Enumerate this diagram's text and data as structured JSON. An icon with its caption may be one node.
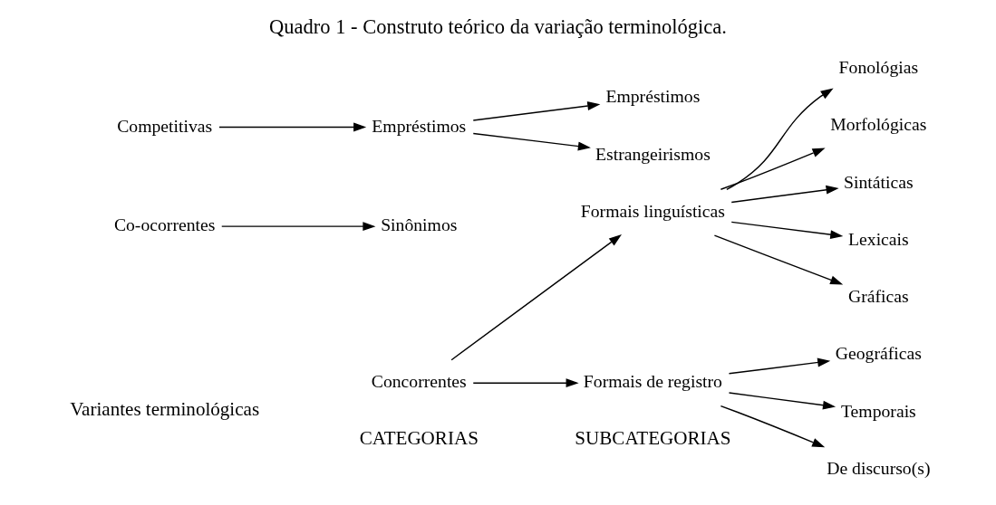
{
  "diagram": {
    "title": "Quadro 1 - Construto teórico da variação terminológica.",
    "nodes": [
      {
        "text": [
          "Concorrentes"
        ]
      },
      {
        "text": [
          "Formais linguísticas"
        ]
      },
      {
        "text": [
          "Fonológias"
        ]
      },
      {
        "text": [
          "Morfológicas"
        ]
      },
      {
        "text": [
          "Sintáticas"
        ]
      },
      {
        "text": [
          "Lexicais"
        ]
      },
      {
        "text": [
          "Gráficas"
        ]
      },
      {
        "text": [
          "Formais de registro"
        ]
      },
      {
        "text": [
          "Geográficas"
        ]
      },
      {
        "text": [
          "Temporais"
        ]
      },
      {
        "text": [
          "De discurso(s)"
        ]
      },
      {
        "text": [
          "Co-ocorrentes"
        ]
      },
      {
        "text": [
          "Sinônimos"
        ]
      },
      {
        "text": [
          "Competitivas"
        ]
      },
      {
        "text": [
          "Empréstimos"
        ]
      },
      {
        "text": [
          "Empréstimos"
        ]
      },
      {
        "text": [
          "Estrangeirismos"
        ]
      }
    ],
    "edges": [
      {
        "from": 0,
        "to": 1,
        "arrow": "to"
      },
      {
        "from": 0,
        "to": 7,
        "arrow": "to"
      },
      {
        "from": 1,
        "to": 2,
        "arrow": "to"
      },
      {
        "from": 1,
        "to": 3,
        "arrow": "to"
      },
      {
        "from": 1,
        "to": 4,
        "arrow": "to"
      },
      {
        "from": 1,
        "to": 5,
        "arrow": "to"
      },
      {
        "from": 1,
        "to": 6,
        "arrow": "to"
      },
      {
        "from": 7,
        "to": 8,
        "arrow": "to"
      },
      {
        "from": 7,
        "to": 9,
        "arrow": "to"
      },
      {
        "from": 7,
        "to": 10,
        "arrow": "to"
      },
      {
        "from": 11,
        "to": 12,
        "arrow": "to"
      },
      {
        "from": 13,
        "to": 14,
        "arrow": "to"
      },
      {
        "from": 14,
        "to": 15,
        "arrow": "to"
      },
      {
        "from": 14,
        "to": 16,
        "arrow": "to"
      }
    ],
    "labels": [
      "CATEGORIAS",
      "SUBCATEGORIAS",
      "Variantes terminológicas"
    ]
  }
}
